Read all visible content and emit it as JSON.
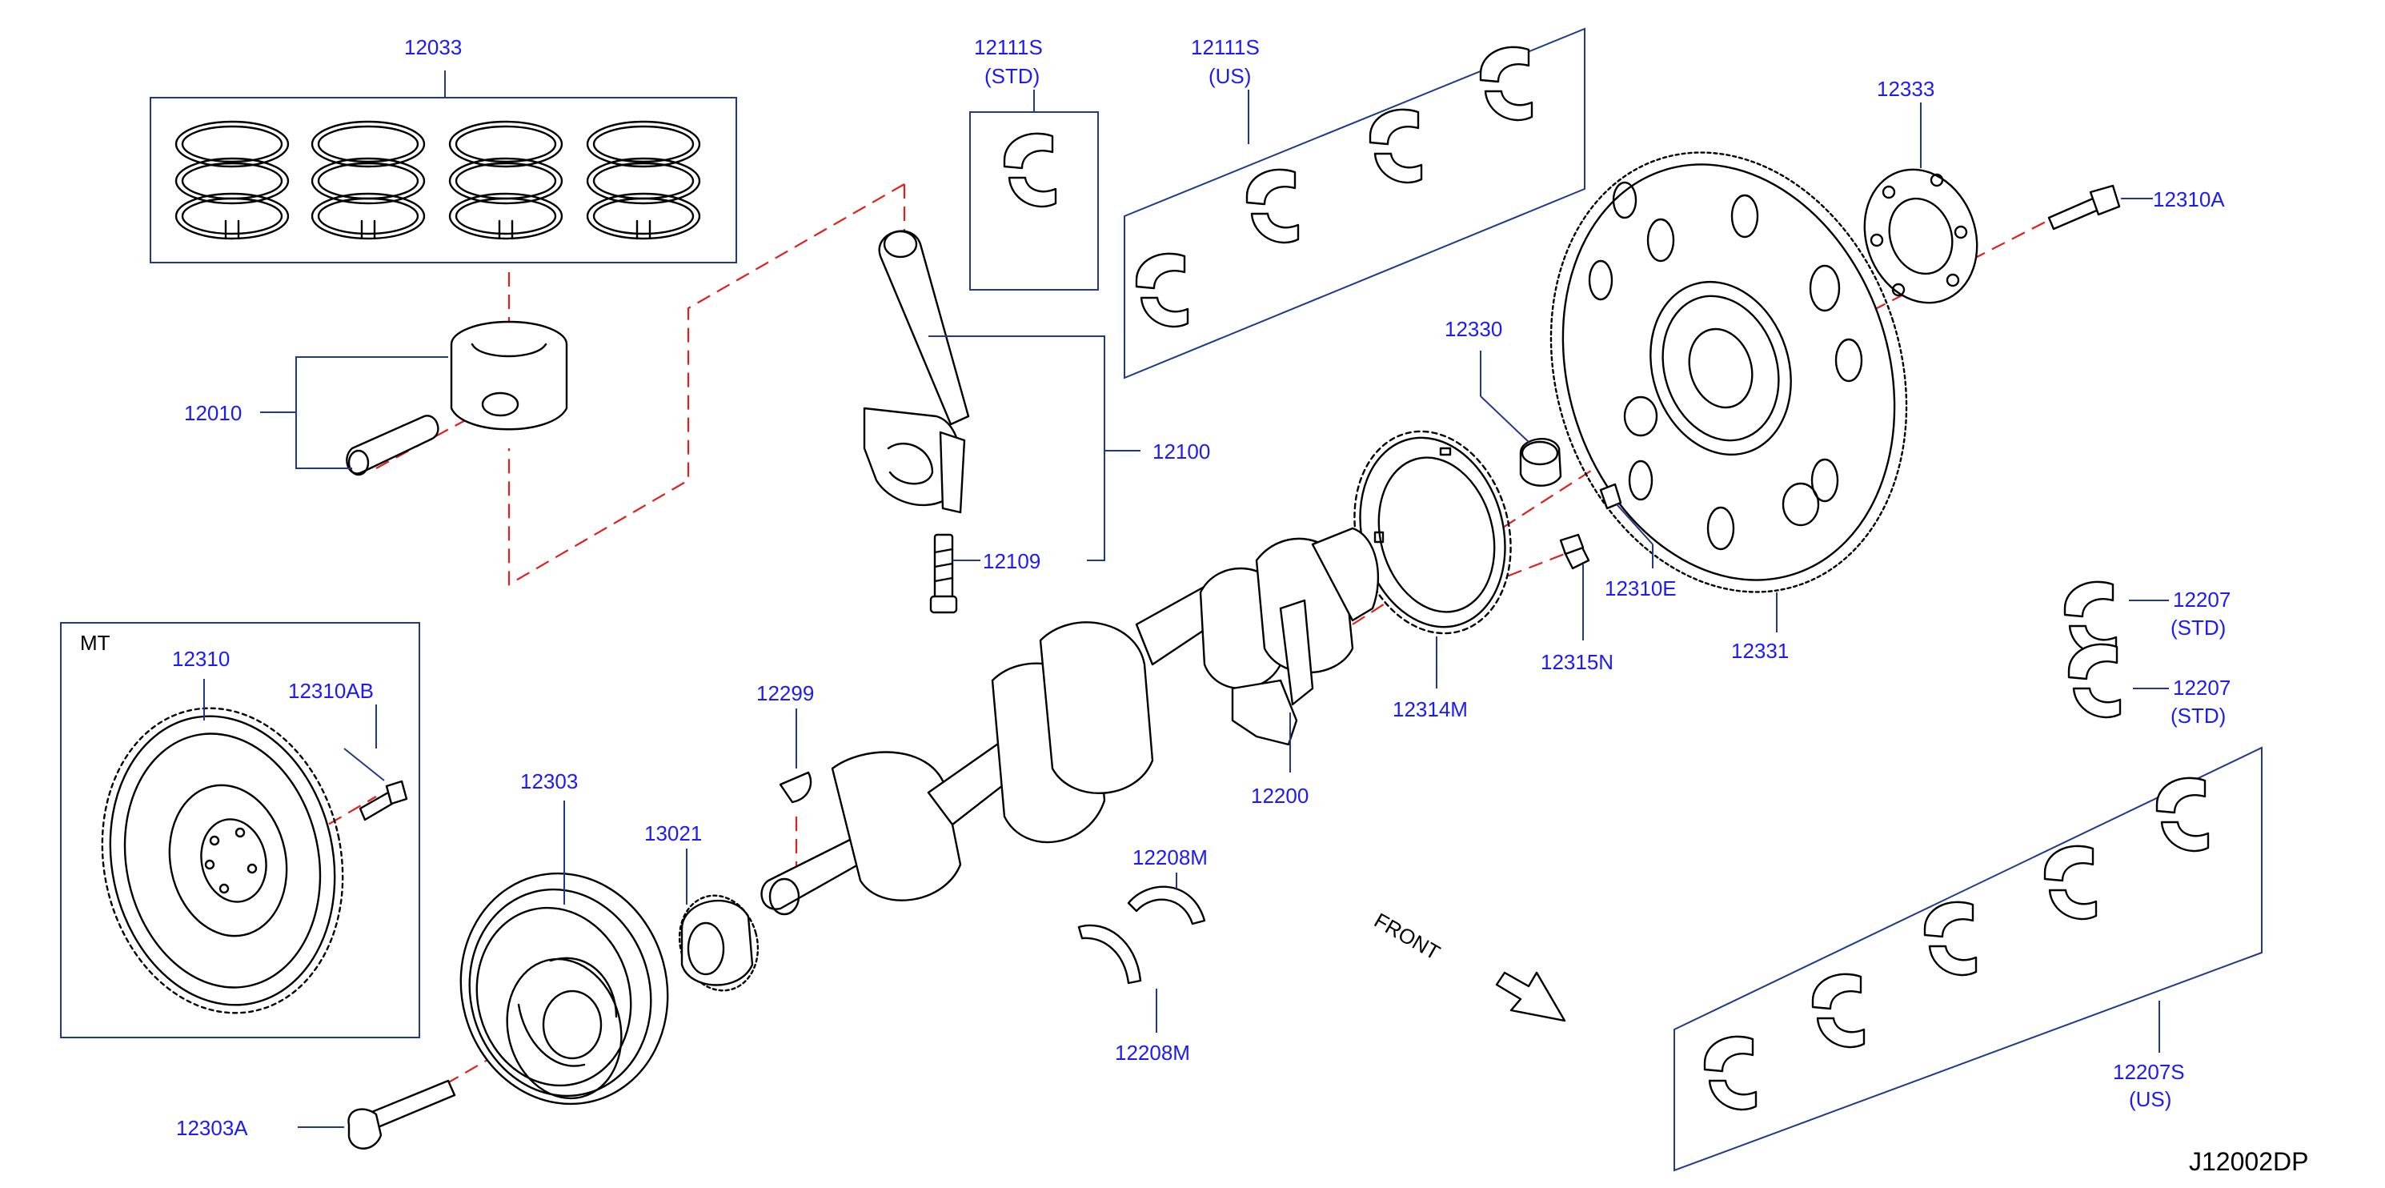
{
  "colors": {
    "label": "#1a1aff",
    "text": "#000000",
    "line": "#1f3a8a",
    "dash": "#e0201b"
  },
  "diagram_id": "J12002DP",
  "front_text": "FRONT",
  "mt_text": "MT",
  "labels": {
    "p12033": "12033",
    "p12010": "12010",
    "p12111s_std": "12111S",
    "p12111s_std_note": "(STD)",
    "p12111s_us": "12111S",
    "p12111s_us_note": "(US)",
    "p12100": "12100",
    "p12109": "12109",
    "p12333": "12333",
    "p12310a": "12310A",
    "p12330": "12330",
    "p12310e": "12310E",
    "p12315n": "12315N",
    "p12314m": "12314M",
    "p12331": "12331",
    "p12207_a": "12207",
    "p12207_a_note": "(STD)",
    "p12207_b": "12207",
    "p12207_b_note": "(STD)",
    "p12207s": "12207S",
    "p12207s_note": "(US)",
    "p12310": "12310",
    "p12310ab": "12310AB",
    "p12303": "12303",
    "p12303a": "12303A",
    "p13021": "13021",
    "p12299": "12299",
    "p12200": "12200",
    "p12208m_top": "12208M",
    "p12208m_bottom": "12208M"
  }
}
